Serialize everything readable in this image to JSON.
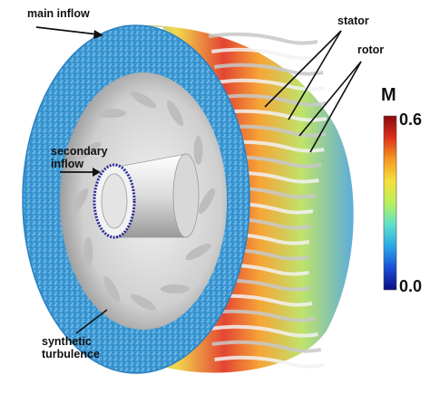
{
  "figure": {
    "labels": {
      "main_inflow": "main inflow",
      "stator": "stator",
      "rotor": "rotor",
      "secondary_inflow_line1": "secondary",
      "secondary_inflow_line2": "inflow",
      "synthetic_turbulence_line1": "synthetic",
      "synthetic_turbulence_line2": "turbulence"
    },
    "colorbar": {
      "variable": "M",
      "max_label": "0.6",
      "min_label": "0.0",
      "colormap": [
        "#0a0a80",
        "#1a4fd6",
        "#2aa8e8",
        "#5fe0c8",
        "#b8f05a",
        "#f5e03a",
        "#f59a20",
        "#e0301c",
        "#8a0a10"
      ]
    },
    "colors": {
      "turbulence": "#4aa3d8",
      "housing": "#d4d4d4",
      "blade": "#e8e8e8"
    }
  }
}
